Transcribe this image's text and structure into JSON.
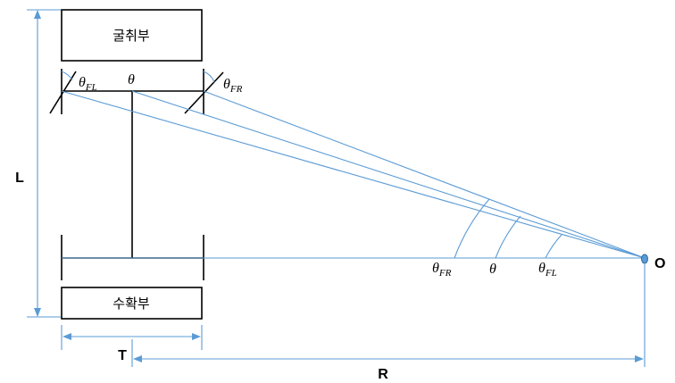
{
  "blocks": {
    "top": "굴취부",
    "bottom": "수확부"
  },
  "labels": {
    "L": "L",
    "T": "T",
    "R": "R",
    "O": "O"
  },
  "angles": {
    "theta": "θ",
    "sub_FL": "FL",
    "sub_FR": "FR"
  }
}
